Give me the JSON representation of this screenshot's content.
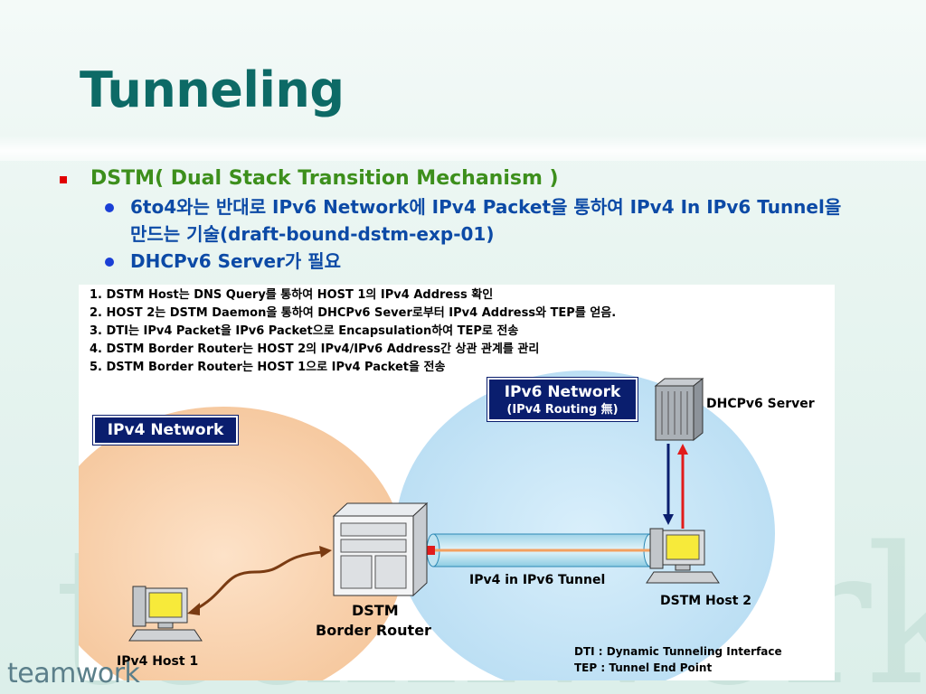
{
  "slide": {
    "title": "Tunneling",
    "watermark": "teamwork",
    "brand": "teamwork"
  },
  "bullets": {
    "level1": "DSTM( Dual Stack Transition Mechanism )",
    "level2": [
      "6to4와는 반대로 IPv6 Network에 IPv4 Packet을 통하여 IPv4 In IPv6 Tunnel을 만드는 기술(draft-bound-dstm-exp-01)",
      "DHCPv6 Server가 필요"
    ]
  },
  "diagram": {
    "steps": [
      "1. DSTM Host는 DNS Query를 통하여 HOST 1의 IPv4 Address 확인",
      "2. HOST 2는 DSTM Daemon을 통하여 DHCPv6 Sever로부터 IPv4 Address와 TEP를 얻음.",
      "3. DTI는 IPv4 Packet을 IPv6 Packet으로 Encapsulation하여 TEP로 전송",
      "4. DSTM Border Router는 HOST 2의 IPv4/IPv6 Address간 상관 관계를 관리",
      "5. DSTM Border Router는 HOST 1으로 IPv4 Packet을 전송"
    ],
    "ipv4_network": "IPv4 Network",
    "ipv6_network": "IPv6 Network",
    "ipv6_network_sub": "(IPv4 Routing 無)",
    "dhcpv6_server": "DHCPv6 Server",
    "tunnel_label": "IPv4 in IPv6 Tunnel",
    "router_label_1": "DSTM",
    "router_label_2": "Border Router",
    "host1_label": "IPv4 Host 1",
    "host2_label": "DSTM Host 2",
    "legend": [
      "DTI : Dynamic Tunneling Interface",
      "TEP : Tunnel End Point"
    ]
  },
  "colors": {
    "title": "#0d6a66",
    "bullet_level1": "#3d8f1c",
    "bullet_level2": "#0c4aa6",
    "ipv4_area": "#f8d3b0",
    "ipv6_area": "#c9e6f7",
    "label_box": "#0a1e6e"
  }
}
